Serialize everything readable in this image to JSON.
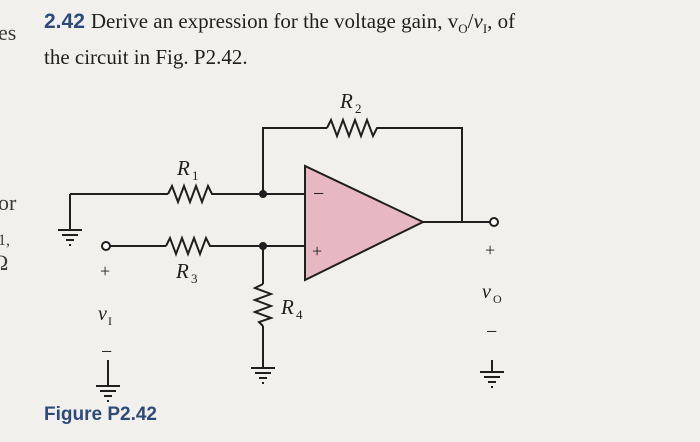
{
  "edge_fragments": [
    "es",
    "or",
    "1,",
    "Ω"
  ],
  "problem": {
    "number": "2.42",
    "text_line1": "Derive an expression for the voltage gain, v",
    "sub_O": "O",
    "slash": "/",
    "v": "v",
    "sub_I": "I",
    "text_tail": ", of",
    "text_line2": "the circuit in Fig. P2.42."
  },
  "circuit": {
    "labels": {
      "R1": "R",
      "R1_sub": "1",
      "R2": "R",
      "R2_sub": "2",
      "R3": "R",
      "R3_sub": "3",
      "R4": "R",
      "R4_sub": "4",
      "vI": "v",
      "vI_sub": "I",
      "vO": "v",
      "vO_sub": "O",
      "minus_in": "−",
      "plus_in": "+",
      "vi_plus": "+",
      "vi_minus": "−",
      "vo_plus": "+",
      "vo_minus": "−"
    },
    "colors": {
      "opamp_fill": "#e8b8c2",
      "wire": "#1f1f1f",
      "caption": "#2e4a7a"
    }
  },
  "caption": "Figure P2.42"
}
